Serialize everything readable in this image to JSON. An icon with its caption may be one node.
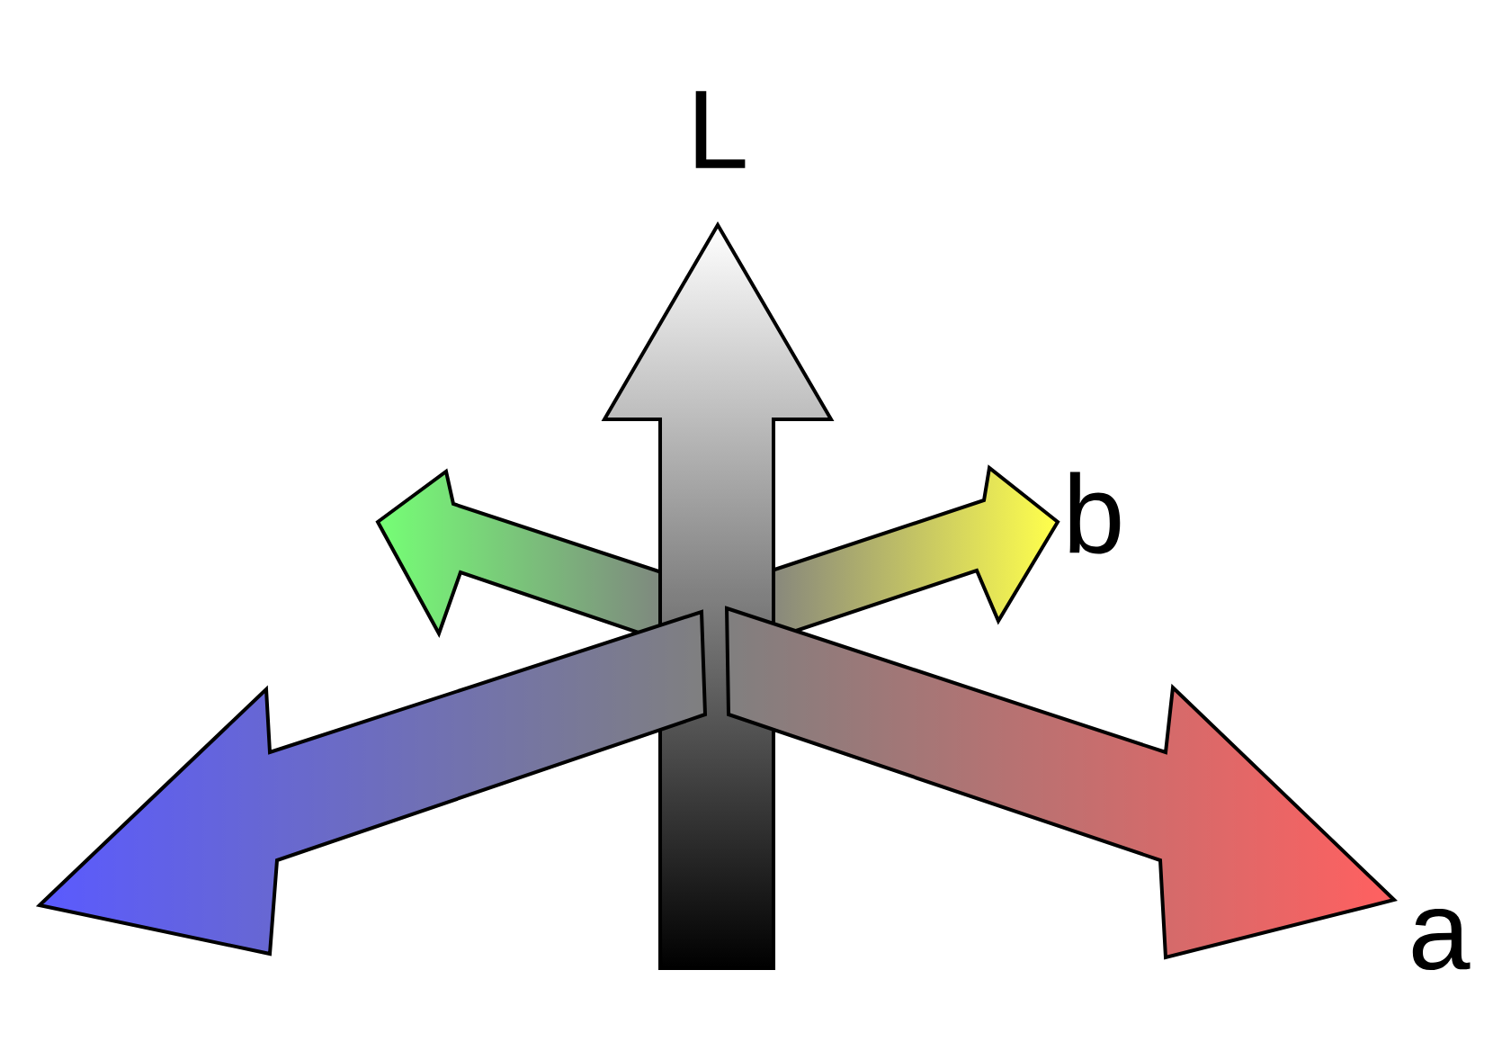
{
  "diagram": {
    "labels": [
      "L",
      "b",
      "a"
    ]
  }
}
